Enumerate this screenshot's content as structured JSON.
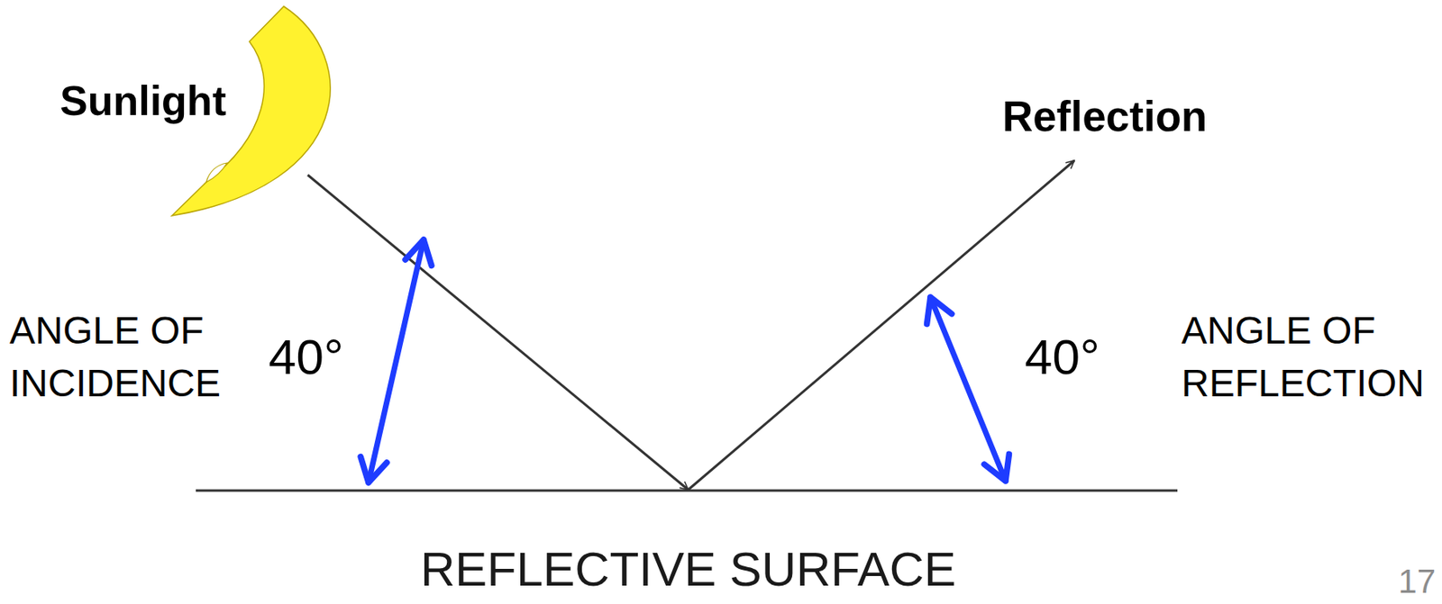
{
  "diagram": {
    "labels": [
      "Sunlight",
      "Reflection",
      "ANGLE OF INCIDENCE",
      "40°",
      "40°",
      "ANGLE OF REFLECTION",
      "REFLECTIVE SURFACE",
      "17"
    ]
  }
}
